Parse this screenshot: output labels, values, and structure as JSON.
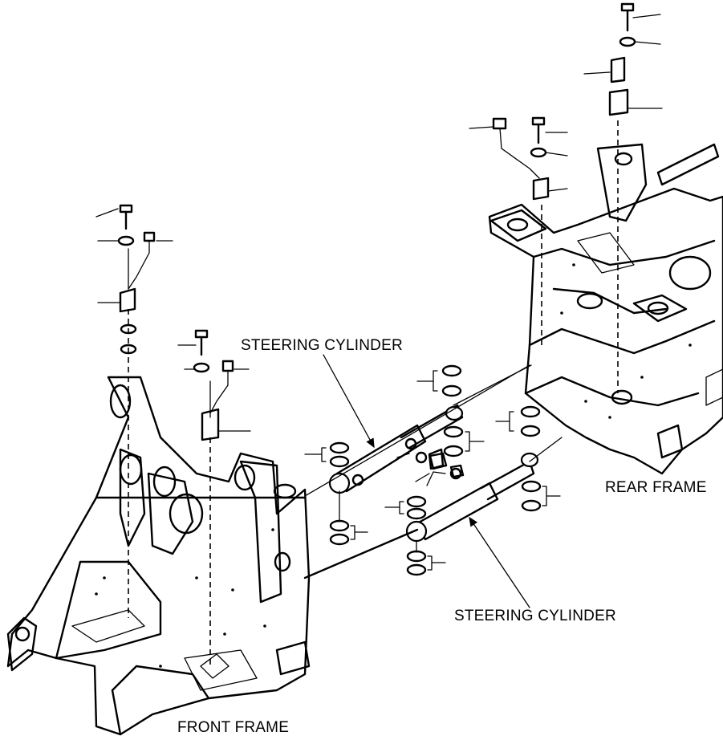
{
  "labels": {
    "steering_cylinder_upper": "STEERING CYLINDER",
    "steering_cylinder_lower": "STEERING CYLINDER",
    "rear_frame": "REAR FRAME",
    "front_frame": "FRONT FRAME"
  },
  "colors": {
    "line": "#000000",
    "background": "#ffffff"
  }
}
